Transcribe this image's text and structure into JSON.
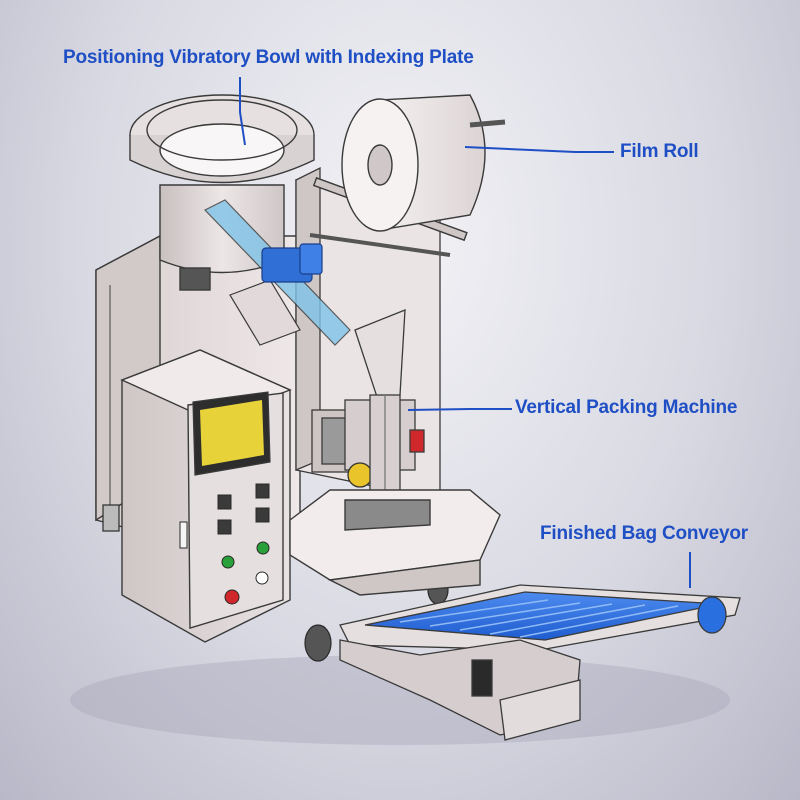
{
  "callouts": {
    "vibratory_bowl": "Positioning Vibratory Bowl with Indexing Plate",
    "film_roll": "Film Roll",
    "vertical_packing": "Vertical Packing Machine",
    "conveyor": "Finished Bag Conveyor"
  },
  "colors": {
    "callout_text": "#1f4fc4",
    "leader_line": "#1f4fc4",
    "machine_body": "#e4dcdc",
    "outline": "#3a3a3a",
    "belt": "#2a6fe0",
    "motor": "#2f6fd6",
    "screen": "#e8d23a",
    "start_button": "#2aa03a",
    "stop_button": "#d0282a"
  }
}
